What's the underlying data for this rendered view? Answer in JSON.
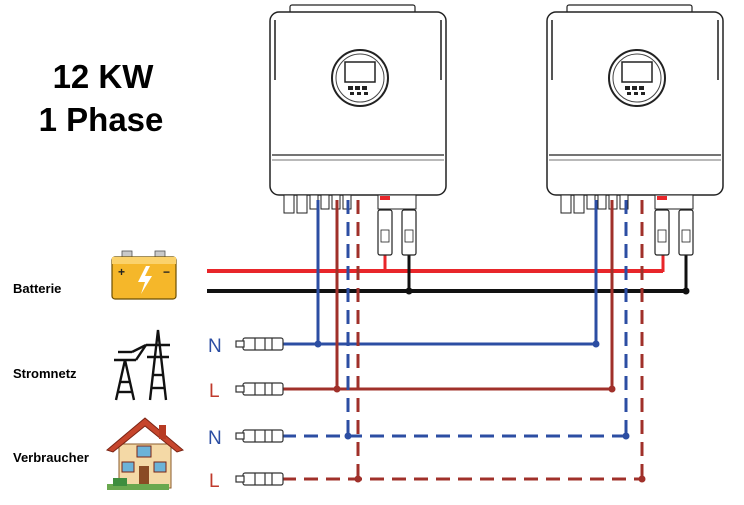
{
  "title": {
    "line1": "12 KW",
    "line2": "1 Phase"
  },
  "labels": {
    "battery": "Batterie",
    "grid": "Stromnetz",
    "load": "Verbraucher"
  },
  "grid_lines": {
    "neutral": "N",
    "live": "L"
  },
  "load_lines": {
    "neutral": "N",
    "live": "L"
  },
  "colors": {
    "battery_positive": "#e8262a",
    "battery_negative": "#111111",
    "neutral": "#2c4ea3",
    "live": "#a0302a",
    "inverter_body": "#ffffff",
    "outline": "#222222"
  },
  "icons": [
    "battery-icon",
    "power-pylon-icon",
    "house-icon",
    "inverter-icon",
    "connector-icon",
    "breaker-icon"
  ]
}
